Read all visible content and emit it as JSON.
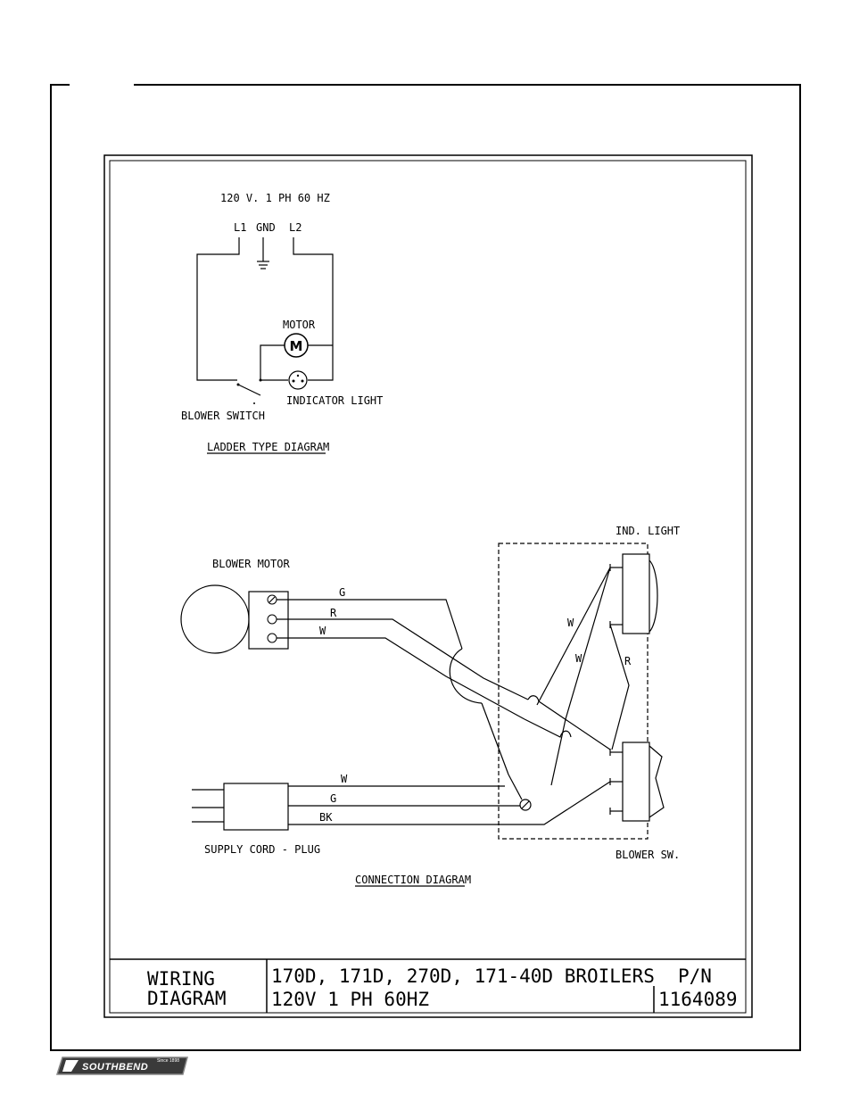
{
  "ladder": {
    "supply": "120 V. 1 PH 60 HZ",
    "l1": "L1",
    "gnd": "GND",
    "l2": "L2",
    "motor": "MOTOR",
    "motor_symbol": "M",
    "indicator": "INDICATOR LIGHT",
    "switch": "BLOWER SWITCH",
    "caption": "LADDER TYPE DIAGRAM"
  },
  "connection": {
    "blower_motor": "BLOWER MOTOR",
    "ind_light": "IND. LIGHT",
    "blower_sw": "BLOWER SW.",
    "supply_cord": "SUPPLY CORD - PLUG",
    "caption": "CONNECTION DIAGRAM",
    "wire_g_top": "G",
    "wire_r_top": "R",
    "wire_w_top": "W",
    "wire_w_right1": "W",
    "wire_w_right2": "W",
    "wire_r_right": "R",
    "wire_w_bottom": "W",
    "wire_g_bottom": "G",
    "wire_bk_bottom": "BK"
  },
  "title_block": {
    "left_line1": "WIRING",
    "left_line2": "DIAGRAM",
    "models": "170D, 171D, 270D, 171-40D BROILERS",
    "pn_label": "P/N",
    "spec": "120V 1 PH 60HZ",
    "part_number": "1164089"
  },
  "logo": {
    "brand": "SOUTHBEND",
    "since": "Since 1898"
  }
}
